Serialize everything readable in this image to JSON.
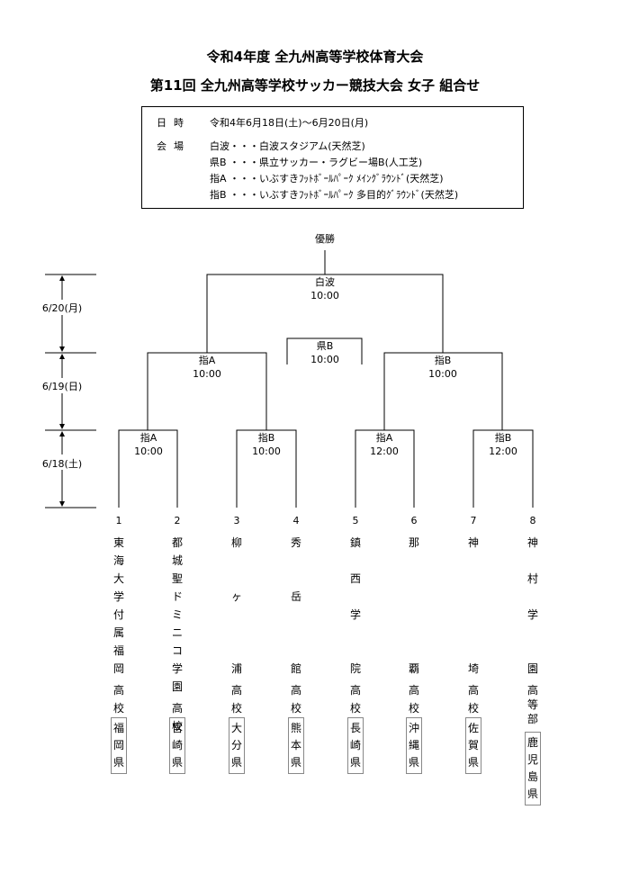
{
  "title_line1": "令和4年度  全九州高等学校体育大会",
  "title_line2": "第11回  全九州高等学校サッカー競技大会  女子  組合せ",
  "info": {
    "date_label": "日時",
    "date_value": "令和4年6月18日(土)～6月20日(月)",
    "venue_label": "会場",
    "venues": [
      "白波・・・白波スタジアム(天然芝)",
      "県B ・・・県立サッカー・ラグビー場B(人工芝)",
      "指A ・・・いぶすきﾌｯﾄﾎﾞｰﾙﾊﾟｰｸ ﾒｲﾝｸﾞﾗｳﾝﾄﾞ(天然芝)",
      "指B ・・・いぶすきﾌｯﾄﾎﾞｰﾙﾊﾟｰｸ 多目的ｸﾞﾗｳﾝﾄﾞ(天然芝)"
    ]
  },
  "bracket": {
    "champion_label": "優勝",
    "dates": [
      "6/20(月)",
      "6/19(日)",
      "6/18(土)"
    ],
    "final": {
      "venue": "白波",
      "time": "10:00"
    },
    "third_place": {
      "venue": "県B",
      "time": "10:00"
    },
    "semifinals": [
      {
        "venue": "指A",
        "time": "10:00"
      },
      {
        "venue": "指B",
        "time": "10:00"
      }
    ],
    "quarterfinals": [
      {
        "venue": "指A",
        "time": "10:00"
      },
      {
        "venue": "指B",
        "time": "10:00"
      },
      {
        "venue": "指A",
        "time": "12:00"
      },
      {
        "venue": "指B",
        "time": "12:00"
      }
    ]
  },
  "teams": [
    {
      "number": "1",
      "name": [
        "東",
        "海",
        "大",
        "学",
        "付",
        "属",
        "福",
        "岡",
        "高",
        "校"
      ],
      "prefecture": [
        "福",
        "岡",
        "県"
      ]
    },
    {
      "number": "2",
      "name": [
        "都",
        "城",
        "聖",
        "ド",
        "ミ",
        "ニ",
        "コ",
        "学",
        "園",
        "高",
        "校"
      ],
      "prefecture": [
        "宮",
        "崎",
        "県"
      ]
    },
    {
      "number": "3",
      "name": [
        "柳",
        "ヶ",
        "浦",
        "高",
        "校"
      ],
      "prefecture": [
        "大",
        "分",
        "県"
      ]
    },
    {
      "number": "4",
      "name": [
        "秀",
        "岳",
        "館",
        "高",
        "校"
      ],
      "prefecture": [
        "熊",
        "本",
        "県"
      ]
    },
    {
      "number": "5",
      "name": [
        "鎮",
        "西",
        "学",
        "院",
        "高",
        "校"
      ],
      "prefecture": [
        "長",
        "崎",
        "県"
      ]
    },
    {
      "number": "6",
      "name": [
        "那",
        "覇",
        "高",
        "校"
      ],
      "prefecture": [
        "沖",
        "縄",
        "県"
      ]
    },
    {
      "number": "7",
      "name": [
        "神",
        "埼",
        "高",
        "校"
      ],
      "prefecture": [
        "佐",
        "賀",
        "県"
      ]
    },
    {
      "number": "8",
      "name": [
        "神",
        "村",
        "学",
        "園",
        "高",
        "等",
        "部"
      ],
      "prefecture": [
        "鹿",
        "児",
        "島",
        "県"
      ]
    }
  ]
}
